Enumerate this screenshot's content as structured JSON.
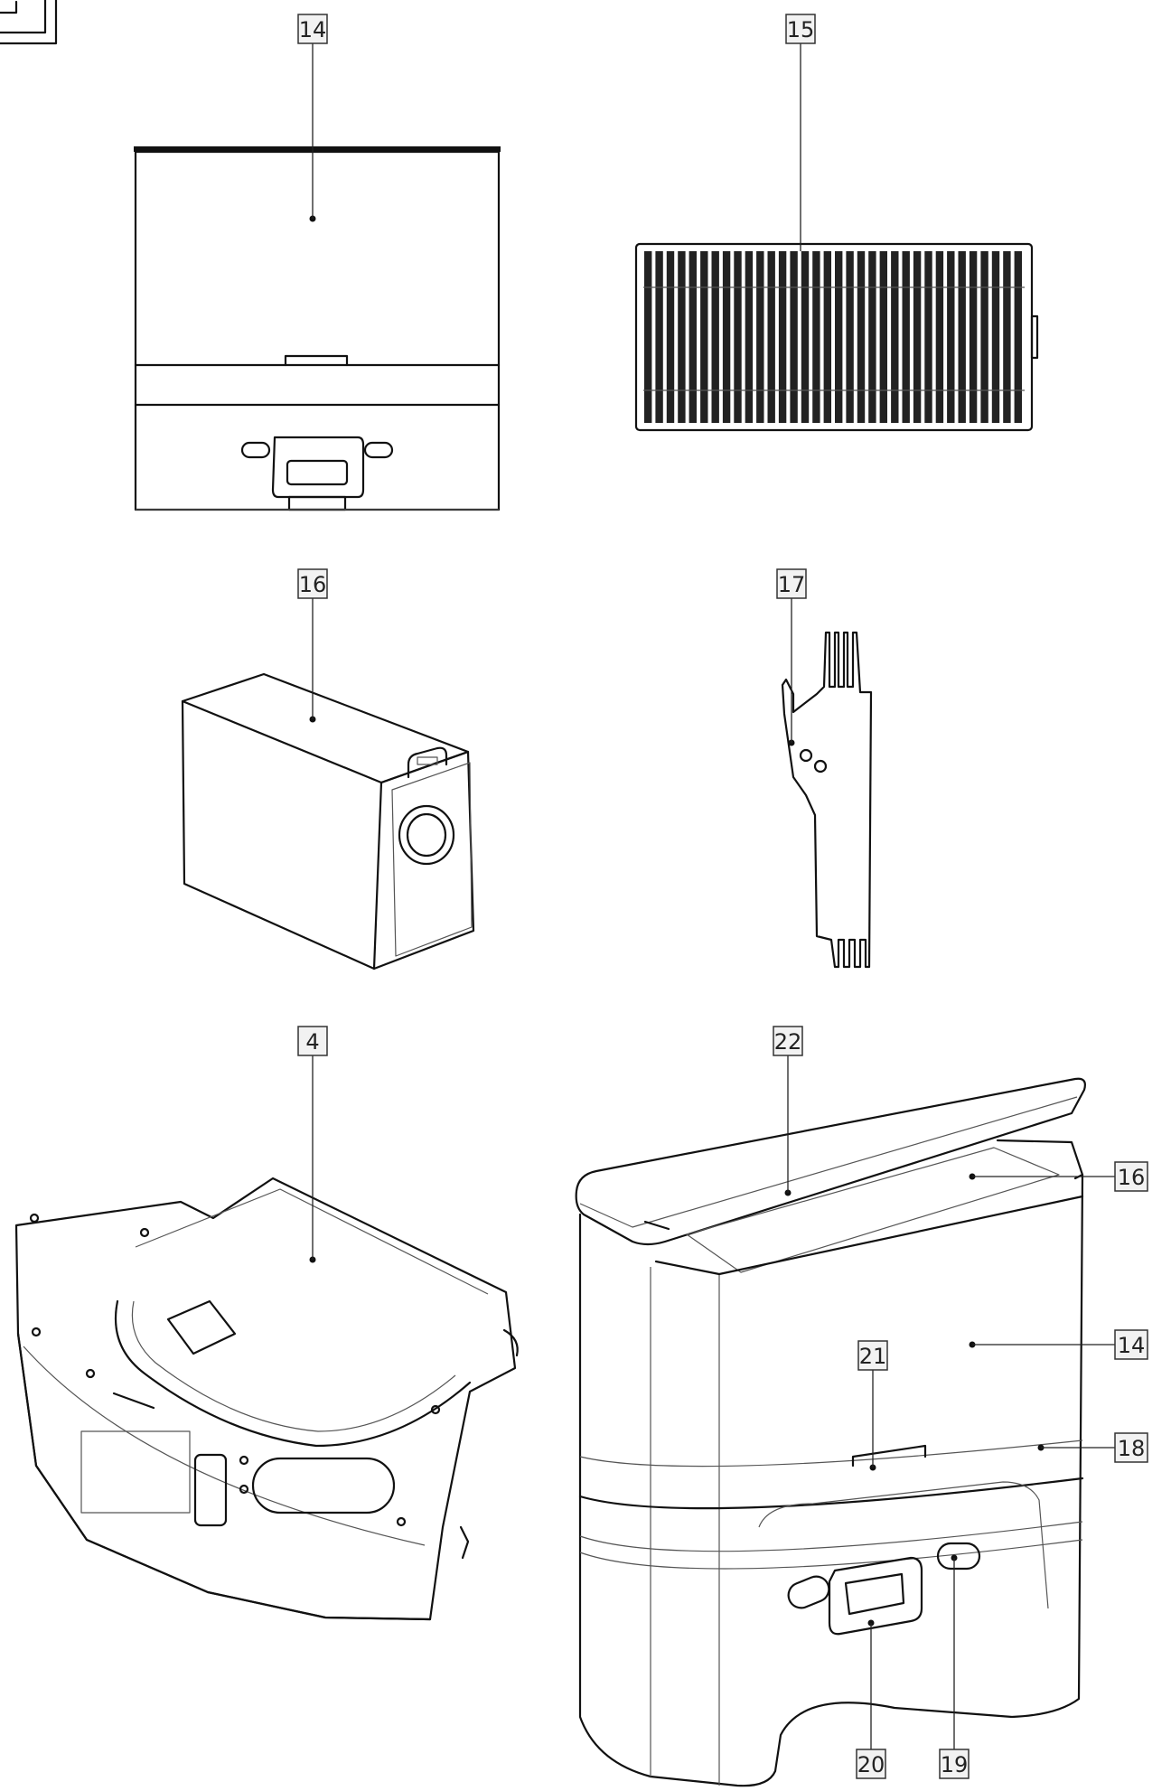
{
  "figures": [
    {
      "id": "14-tank",
      "labels": [
        "14"
      ]
    },
    {
      "id": "15-filter",
      "labels": [
        "15"
      ]
    },
    {
      "id": "16-bag",
      "labels": [
        "16"
      ]
    },
    {
      "id": "17-brush",
      "labels": [
        "17"
      ]
    },
    {
      "id": "4-dustbin",
      "labels": [
        "4"
      ]
    },
    {
      "id": "station",
      "labels": [
        "22",
        "16",
        "14",
        "18",
        "21",
        "20",
        "19"
      ]
    }
  ]
}
